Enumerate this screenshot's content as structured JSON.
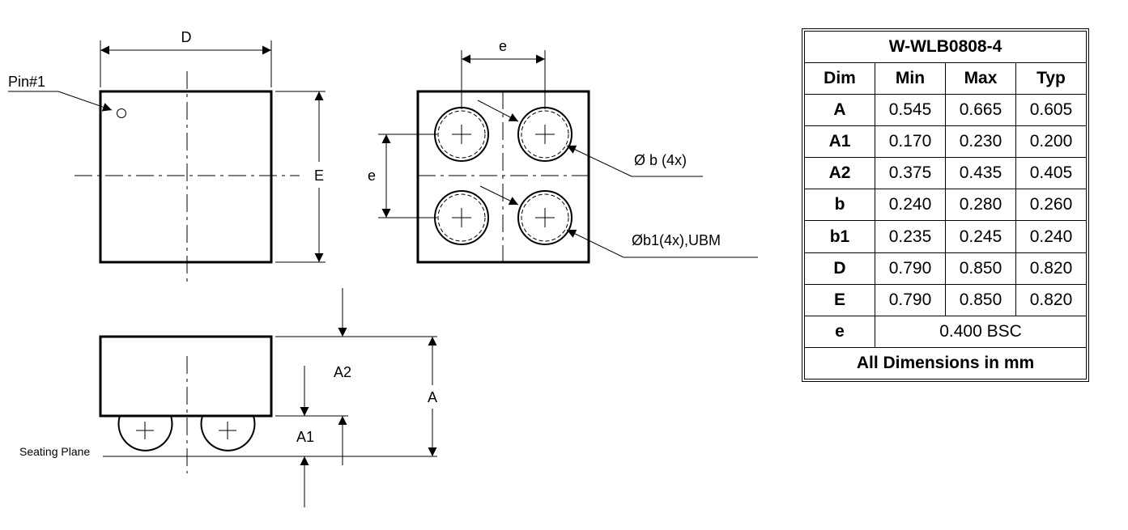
{
  "drawing": {
    "top_view": {
      "pin1_label": "Pin#1",
      "width_label": "D",
      "height_label": "E"
    },
    "bottom_view": {
      "pitch_horizontal_label": "e",
      "pitch_vertical_label": "e",
      "ball_callout": "Ø b (4x)",
      "ubm_callout": "Øb1(4x),UBM"
    },
    "side_view": {
      "seating_plane_label": "Seating Plane",
      "a2_label": "A2",
      "a1_label": "A1",
      "a_label": "A"
    }
  },
  "table": {
    "title": "W-WLB0808-4",
    "headers": [
      "Dim",
      "Min",
      "Max",
      "Typ"
    ],
    "rows": [
      {
        "dim": "A",
        "min": "0.545",
        "max": "0.665",
        "typ": "0.605"
      },
      {
        "dim": "A1",
        "min": "0.170",
        "max": "0.230",
        "typ": "0.200"
      },
      {
        "dim": "A2",
        "min": "0.375",
        "max": "0.435",
        "typ": "0.405"
      },
      {
        "dim": "b",
        "min": "0.240",
        "max": "0.280",
        "typ": "0.260"
      },
      {
        "dim": "b1",
        "min": "0.235",
        "max": "0.245",
        "typ": "0.240"
      },
      {
        "dim": "D",
        "min": "0.790",
        "max": "0.850",
        "typ": "0.820"
      },
      {
        "dim": "E",
        "min": "0.790",
        "max": "0.850",
        "typ": "0.820"
      }
    ],
    "e_row": {
      "dim": "e",
      "value": "0.400 BSC"
    },
    "footer": "All Dimensions in mm"
  }
}
